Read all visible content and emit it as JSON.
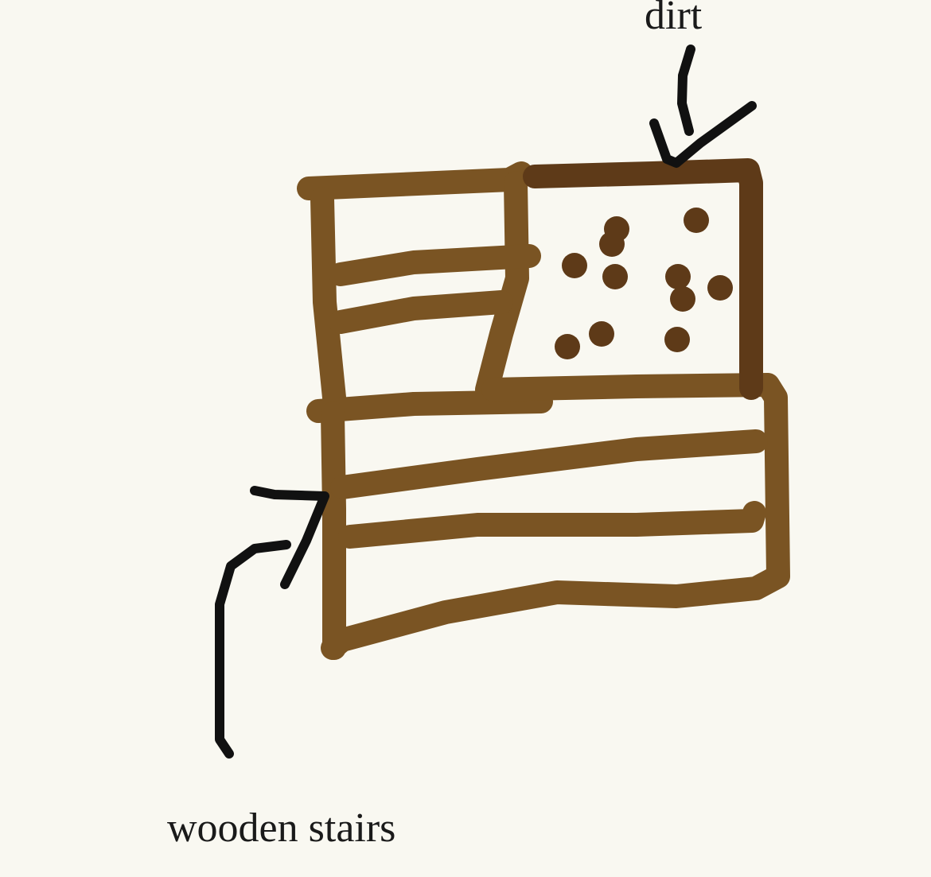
{
  "labels": {
    "dirt": "dirt",
    "wooden_stairs": "wooden stairs"
  },
  "colors": {
    "background": "#f9f8f1",
    "wood": "#7a5423",
    "dirt": "#5e3a18",
    "ink": "#111111"
  },
  "diagram": {
    "subject": "Hand-drawn block sketch",
    "parts": [
      {
        "name": "wooden stairs",
        "description": "light-brown planked blocks forming stairs on the left and bottom"
      },
      {
        "name": "dirt",
        "description": "dark-brown outlined block with dots, top right"
      }
    ],
    "arrows": [
      {
        "label": "dirt",
        "points_to": "top edge of dirt block"
      },
      {
        "label": "wooden stairs",
        "points_to": "left edge of lower wooden block"
      }
    ]
  }
}
